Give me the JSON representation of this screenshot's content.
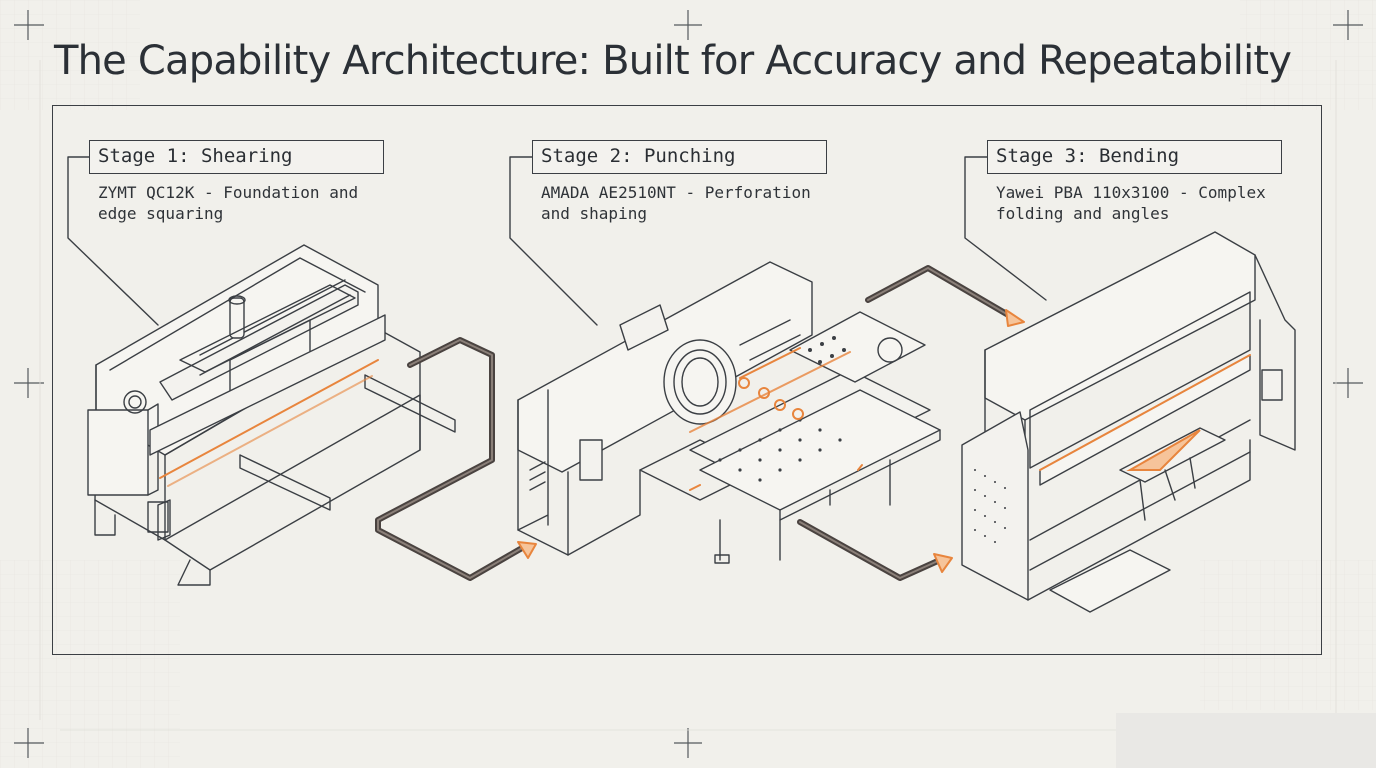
{
  "title": "The Capability Architecture: Built for Accuracy and Repeatability",
  "stages": [
    {
      "label": "Stage 1: Shearing",
      "description": "ZYMT QC12K - Foundation and edge squaring"
    },
    {
      "label": "Stage 2: Punching",
      "description": "AMADA AE2510NT - Perforation and shaping"
    },
    {
      "label": "Stage 3: Bending",
      "description": "Yawei PBA 110x3100 - Complex folding and angles"
    }
  ],
  "colors": {
    "accent": "#e8853d",
    "ink": "#3b3f44",
    "background": "#f1f0eb",
    "flow": "#4a4340"
  }
}
